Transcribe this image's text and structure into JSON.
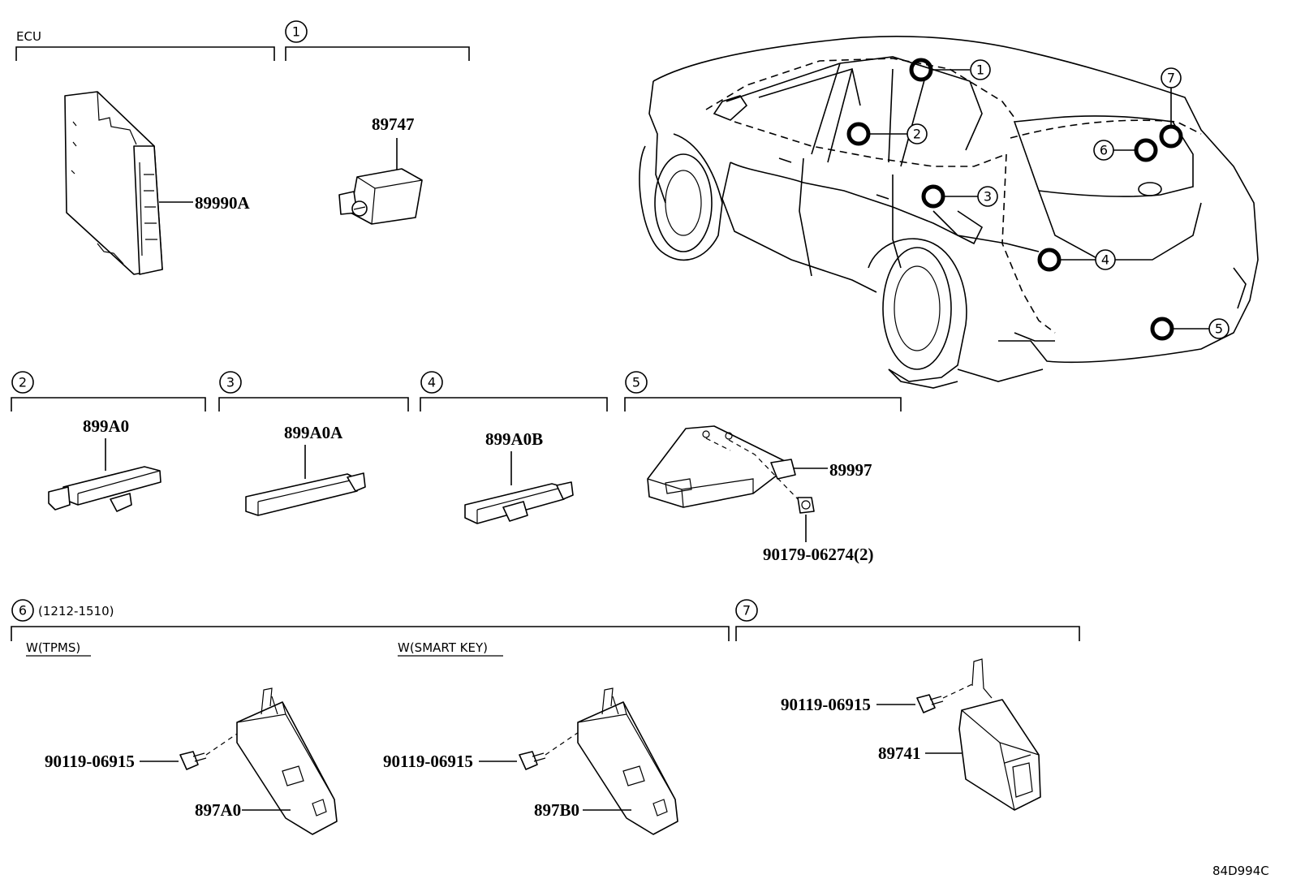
{
  "groups": {
    "ecu": {
      "title": "ECU",
      "part": "89990A"
    },
    "g1": {
      "num": "1",
      "part": "89747"
    },
    "g2": {
      "num": "2",
      "part": "899A0"
    },
    "g3": {
      "num": "3",
      "part": "899A0A"
    },
    "g4": {
      "num": "4",
      "part": "899A0B"
    },
    "g5": {
      "num": "5",
      "part": "89997",
      "fastener": "90179-06274(2)"
    },
    "g6": {
      "num": "6",
      "range": "(1212-1510)",
      "tpms": {
        "label": "W(TPMS)",
        "bolt": "90119-06915",
        "part": "897A0"
      },
      "smart_key": {
        "label": "W(SMART KEY)",
        "bolt": "90119-06915",
        "part": "897B0"
      }
    },
    "g7": {
      "num": "7",
      "bolt": "90119-06915",
      "part": "89741"
    }
  },
  "vehicle_callouts": [
    "1",
    "2",
    "3",
    "4",
    "5",
    "6",
    "7"
  ],
  "doc_id": "84D994C"
}
